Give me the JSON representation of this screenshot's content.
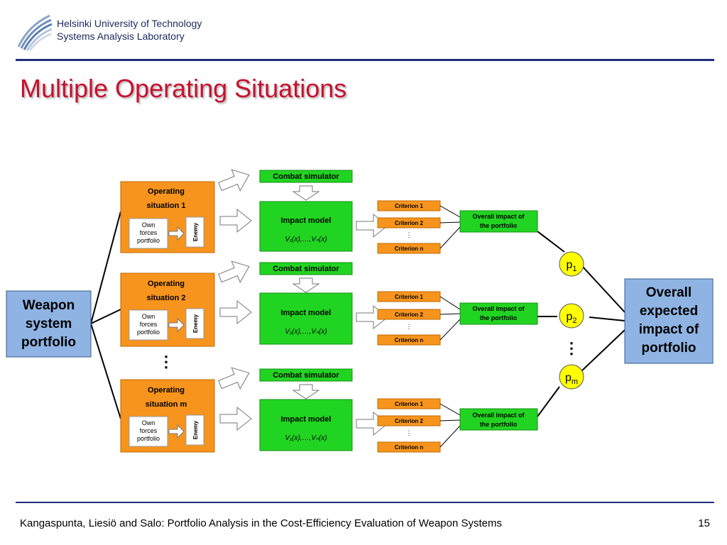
{
  "header": {
    "institution_line1": "Helsinki University of Technology",
    "institution_line2": "Systems Analysis Laboratory"
  },
  "slide": {
    "title": "Multiple Operating Situations",
    "page_number": "15"
  },
  "footer": {
    "text": "Kangaspunta, Liesiö and Salo: Portfolio Analysis in the Cost-Efficiency Evaluation of Weapon Systems"
  },
  "diagram": {
    "input_lines": [
      "Weapon",
      "system",
      "portfolio"
    ],
    "output_lines": [
      "Overall",
      "expected",
      "impact of",
      "portfolio"
    ],
    "situation_title": "Operating",
    "situation_labels": [
      "situation 1",
      "situation 2",
      "situation m"
    ],
    "own_forces_lines": [
      "Own",
      "forces",
      "portfolio"
    ],
    "enemy_label": "Enemy",
    "combat_simulator_label": "Combat simulator",
    "impact_model_label": "Impact model",
    "impact_formula": "V₁(x),…,Vₙ(x)",
    "criteria_labels": [
      "Criterion 1",
      "Criterion 2",
      "Criterion n"
    ],
    "criteria_ellipsis": "⋮",
    "overall_impact_lines": [
      "Overall impact  of",
      "the portfolio"
    ],
    "probabilities": [
      {
        "base": "p",
        "sub": "1"
      },
      {
        "base": "p",
        "sub": "2"
      },
      {
        "base": "p",
        "sub": "m"
      }
    ],
    "ellipsis": "⋮"
  },
  "colors": {
    "title_red": "#c8102e",
    "rule_navy": "#1f2d7a",
    "orange": "#f7941d",
    "green": "#22d422",
    "yellow": "#ffff00",
    "light_blue": "#8fb4e3"
  }
}
